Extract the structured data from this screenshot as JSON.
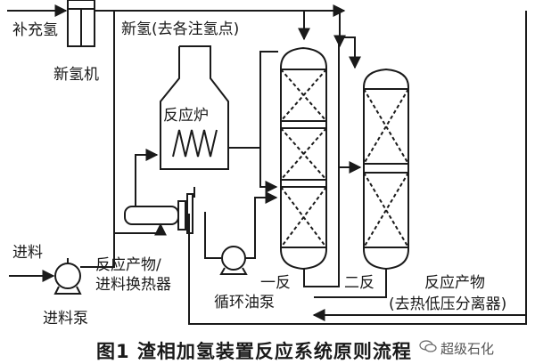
{
  "labels": {
    "makeup_h2": "补充氢",
    "new_h2": "新氢(去各注氢点)",
    "compressor": "新氢机",
    "furnace": "反应炉",
    "feed": "进料",
    "exchanger_l1": "反应产物/",
    "exchanger_l2": "进料换热器",
    "feed_pump": "进料泵",
    "recycle_pump": "循环油泵",
    "reactor1": "一反",
    "reactor2": "二反",
    "product_l1": "反应产物",
    "product_l2": "(去热低压分离器)"
  },
  "caption": "图1 渣相加氢装置反应系统原则流程",
  "watermark": "超级石化",
  "colors": {
    "line": "#1a1a1a",
    "background": "#ffffff"
  }
}
